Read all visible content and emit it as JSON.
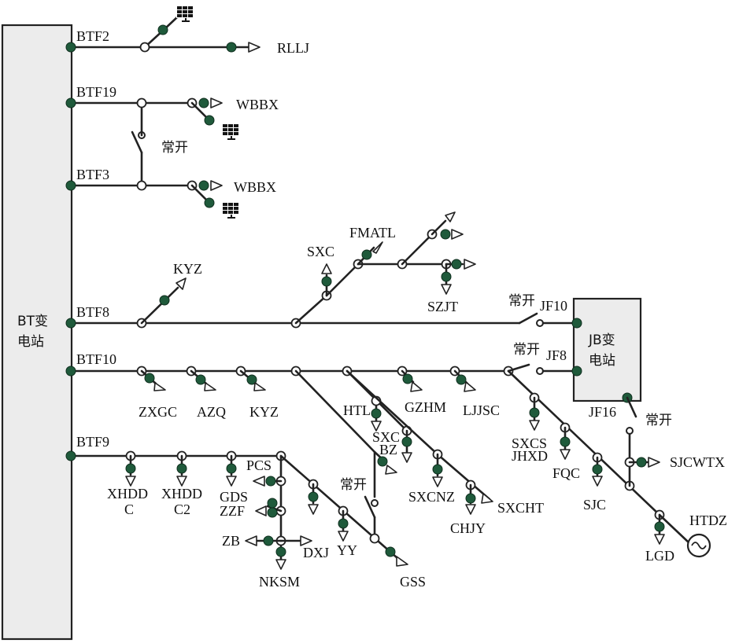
{
  "substations": {
    "bt": [
      "BT变",
      "电站"
    ],
    "jb": [
      "JB变",
      "电站"
    ]
  },
  "feeders": {
    "btf2": "BTF2",
    "btf19": "BTF19",
    "btf3": "BTF3",
    "btf8": "BTF8",
    "btf10": "BTF10",
    "btf9": "BTF9"
  },
  "switch_note": "常开",
  "loads": {
    "rllj": "RLLJ",
    "wbbx1": "WBBX",
    "wbbx2": "WBBX",
    "kyz1": "KYZ",
    "sxc1": "SXC",
    "fmatl": "FMATL",
    "szjt": "SZJT",
    "jf10": "JF10",
    "jf8": "JF8",
    "jf16": "JF16",
    "zxgc": "ZXGC",
    "azq": "AZQ",
    "kyz2": "KYZ",
    "htl": "HTL",
    "gzhm": "GZHM",
    "ljjsc": "LJJSC",
    "sxc2": "SXC",
    "bz": "BZ",
    "sxcnz": "SXCNZ",
    "sxcht": "SXCHT",
    "chjy": "CHJY",
    "sxcs": "SXCS",
    "jhxd": "JHXD",
    "fqc": "FQC",
    "sjc": "SJC",
    "sjcwtx": "SJCWTX",
    "htdz": "HTDZ",
    "lgd": "LGD",
    "xhdd_c": [
      "XHDD",
      "C"
    ],
    "xhdd_c2": [
      "XHDD",
      "C2"
    ],
    "pcs": "PCS",
    "gds": "GDS",
    "zzf": "ZZF",
    "zb": "ZB",
    "dxj": "DXJ",
    "nksm": "NKSM",
    "yy": "YY",
    "gss": "GSS"
  },
  "colors": {
    "line": "#222222",
    "node_dot": "#1f5a3b",
    "bus_fill": "#ececec"
  },
  "icons": [
    "solar-panel-icon",
    "load-arrow-icon",
    "breaker-switch-icon",
    "ac-generator-icon"
  ]
}
